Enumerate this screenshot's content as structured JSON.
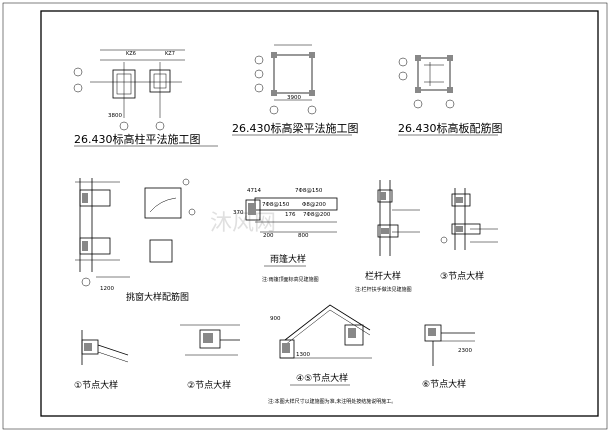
{
  "titles": {
    "column_plan": "26.430标高柱平法施工图",
    "beam_plan": "26.430标高梁平法施工图",
    "slab_plan": "26.430标高板配筋图",
    "window_detail": "挑窗大样配筋图",
    "canopy_detail": "雨篷大样",
    "parapet_detail": "栏杆大样",
    "node_3": "③节点大样",
    "node_1": "①节点大样",
    "node_2": "②节点大样",
    "node_45": "④⑤节点大样",
    "node_6": "⑥节点大样"
  },
  "labels": {
    "kz6": "KZ6",
    "kz7": "KZ7",
    "axis_f": "Ⓕ",
    "axis_e": "Ⓔ",
    "axis_4": "④",
    "axis_5": "⑤",
    "dim_3800": "3800",
    "dim_3900": "3900",
    "dim_1200": "1200",
    "canopy_4714": "4714",
    "canopy_78_150a": "7Φ8@150",
    "canopy_78_150b": "7Φ8@150",
    "canopy_78_200": "Φ8@200",
    "canopy_176": "176",
    "canopy_78_200b": "7Φ8@200",
    "canopy_200": "200",
    "canopy_800": "800",
    "canopy_370": "370",
    "canopy_note": "注:雨篷顶面标高见建施图",
    "parapet_note": "注:栏杆扶手做法见建施图",
    "node_dim_900": "900",
    "node_dim_1300": "1300",
    "node_dim_2300": "2300",
    "bottom_note": "注:本图大样尺寸以建施图为准,未注明处按结施说明施工。",
    "watermark": "沐风网"
  }
}
